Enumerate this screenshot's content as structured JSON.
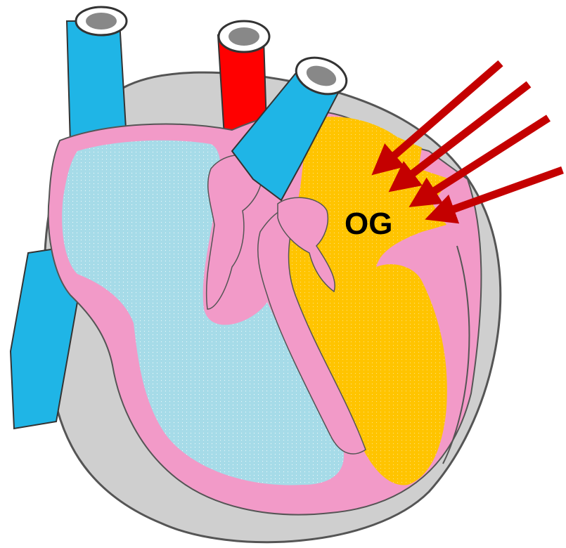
{
  "diagram": {
    "label": "OG",
    "colors": {
      "background": "#ffffff",
      "pericardium": "#cfcfcf",
      "outline": "#444444",
      "muscle": "#f29ac8",
      "right_side_blood": "#a6dbe8",
      "left_atrium_blood": "#ffc400",
      "vena_cava": "#1fb5e6",
      "aorta": "#ff0000",
      "arrows": "#c40000"
    },
    "structures": [
      "superior-vena-cava",
      "inferior-vena-cava",
      "aorta",
      "pulmonary-artery",
      "pulmonary-veins",
      "right-atrium",
      "right-ventricle",
      "left-atrium",
      "left-ventricle",
      "tricuspid-valve",
      "mitral-valve",
      "septum"
    ],
    "arrows": 4
  }
}
